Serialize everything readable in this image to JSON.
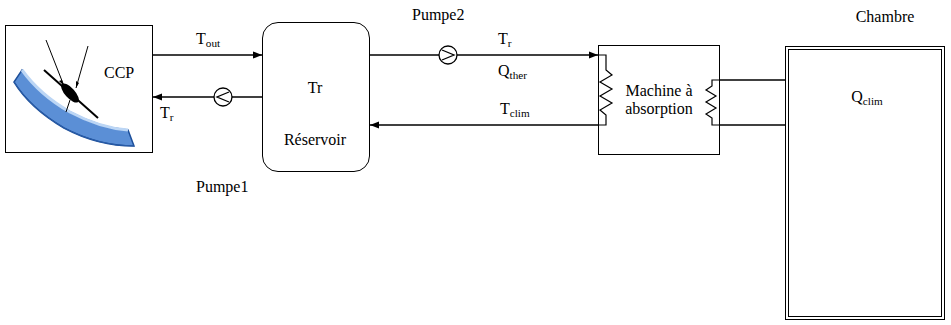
{
  "diagram": {
    "nodes": [
      {
        "text": [
          "CCP"
        ]
      },
      {
        "text": [
          "Tr",
          "Réservoir"
        ]
      },
      {
        "text": [
          "Machine à absorption"
        ]
      },
      {
        "text": [
          "Chambre",
          "Qclim"
        ]
      }
    ],
    "edges": [
      {
        "from": 0,
        "to": 1,
        "arrow": "to"
      },
      {
        "from": 1,
        "to": 0,
        "arrow": "to"
      },
      {
        "from": 1,
        "to": 2,
        "arrow": "to"
      },
      {
        "from": 2,
        "to": 1,
        "arrow": "to"
      },
      {
        "from": 2,
        "to": 3,
        "arrow": "none"
      },
      {
        "from": 2,
        "to": 3,
        "arrow": "none"
      }
    ],
    "labels": [
      "Tout",
      "Tr",
      "Pumpe1",
      "Pumpe2",
      "Tr",
      "Qther",
      "Tclim"
    ]
  }
}
